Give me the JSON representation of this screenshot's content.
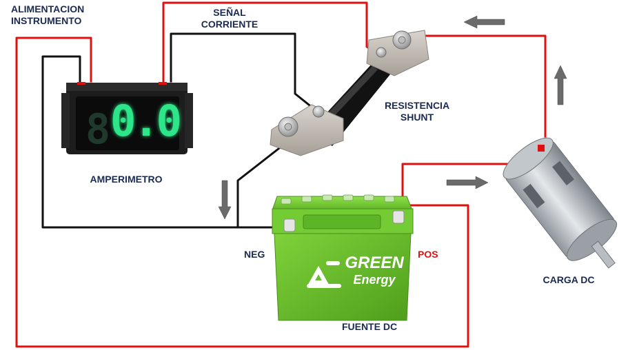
{
  "labels": {
    "power_line1": "ALIMENTACION",
    "power_line2": "INSTRUMENTO",
    "signal_line1": "SEÑAL",
    "signal_line2": "CORRIENTE",
    "shunt_line1": "RESISTENCIA",
    "shunt_line2": "SHUNT",
    "ammeter": "AMPERIMETRO",
    "neg": "NEG",
    "pos": "POS",
    "load": "CARGA DC",
    "source": "FUENTE DC"
  },
  "ammeter_display": {
    "reading": "0.0",
    "digit_color": "#2ee68a"
  },
  "battery": {
    "brand_line1": "GREEN",
    "brand_line2": "Energy",
    "body_color": "#6cc830"
  },
  "colors": {
    "wire_positive": "#e01010",
    "wire_negative": "#111111",
    "arrow": "#6b6b6b",
    "label": "#1b2a52"
  }
}
